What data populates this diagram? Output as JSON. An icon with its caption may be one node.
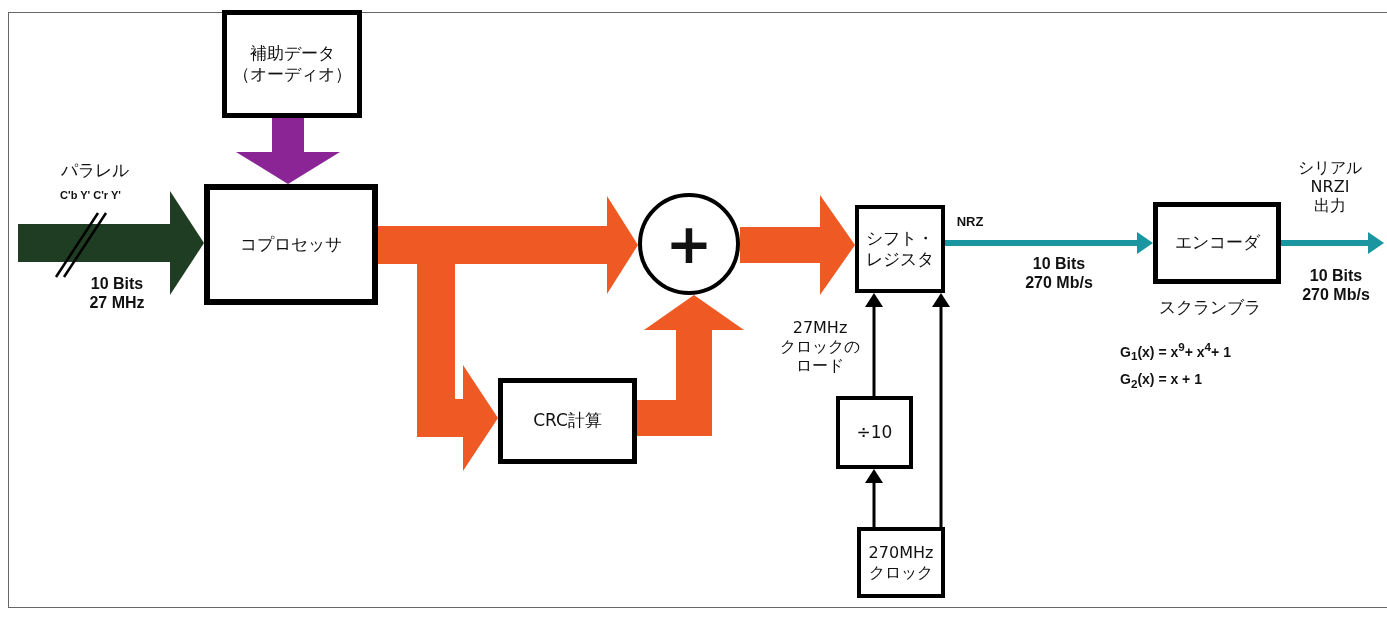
{
  "diagram": {
    "nodes": [
      {
        "text": [
          "補助データ（オーディオ）"
        ]
      },
      {
        "text": [
          "コプロセッサ"
        ]
      },
      {
        "text": [
          "+"
        ]
      },
      {
        "text": [
          "CRC計算"
        ]
      },
      {
        "text": [
          "シフト・レジスタ"
        ]
      },
      {
        "text": [
          "÷10"
        ]
      },
      {
        "text": [
          "270MHzクロック"
        ]
      },
      {
        "text": [
          "エンコーダ"
        ],
        "beside": [
          "スクランブラ"
        ]
      }
    ],
    "edges": [
      {
        "from": null,
        "to": 1,
        "arrow": "to",
        "color": "#1f3d22"
      },
      {
        "from": 0,
        "to": 1,
        "arrow": "to",
        "color": "#8b2596"
      },
      {
        "from": 1,
        "to": 2,
        "arrow": "to"
      },
      {
        "from": 1,
        "to": 3,
        "arrow": "to"
      },
      {
        "from": 3,
        "to": 2,
        "arrow": "to"
      },
      {
        "from": 2,
        "to": 4,
        "arrow": "to"
      },
      {
        "from": 5,
        "to": 4,
        "arrow": "to",
        "color": "#000000"
      },
      {
        "from": 6,
        "to": 5,
        "arrow": "to",
        "color": "#000000"
      },
      {
        "from": 6,
        "to": 4,
        "arrow": "to",
        "color": "#000000"
      },
      {
        "from": 4,
        "to": 7,
        "arrow": "to",
        "color": "#1b96a0"
      },
      {
        "from": 7,
        "to": null,
        "arrow": "to",
        "color": "#1b96a0"
      }
    ],
    "labels": [
      "パラレル",
      "C'b Y' C'r Y'",
      "10 Bits 27 MHz",
      "27MHzクロックのロード",
      "NRZ",
      "10 Bits 270 Mb/s",
      "シリアルNRZI出力",
      "10 Bits 270 Mb/s",
      "G$_{1}$(x) = x$^{9}$+ x$^{4}$+ 1",
      "G$_{2}$(x) = x + 1"
    ]
  }
}
